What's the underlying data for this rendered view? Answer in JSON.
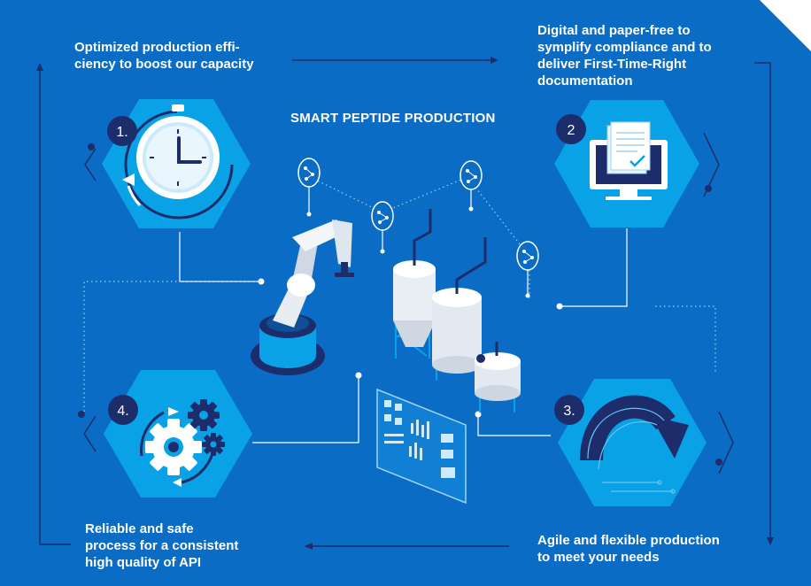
{
  "title": "SMART PEPTIDE PRODUCTION",
  "colors": {
    "background": "#0a6cc5",
    "hexagon": "#0aa2e6",
    "navy": "#1d2d6b",
    "line": "#ffffff"
  },
  "steps": [
    {
      "number": "1.",
      "icon": "stopwatch-icon",
      "caption": "Optimized production effi-\nciency to boost our capacity"
    },
    {
      "number": "2",
      "icon": "monitor-document-icon",
      "caption": "Digital and paper-free to\nsymplify compliance and to\ndeliver First-Time-Right\ndocumentation"
    },
    {
      "number": "3.",
      "icon": "curved-arrow-icon",
      "caption": "Agile and flexible production\nto meet your needs"
    },
    {
      "number": "4.",
      "icon": "gears-icon",
      "caption": "Reliable and safe\nprocess for a consistent\nhigh quality of API"
    }
  ],
  "illustration": {
    "robot": "robot-arm-icon",
    "tanks": "storage-tank-icon",
    "network": "network-node-icon",
    "dashboard": "dashboard-panel-icon"
  }
}
